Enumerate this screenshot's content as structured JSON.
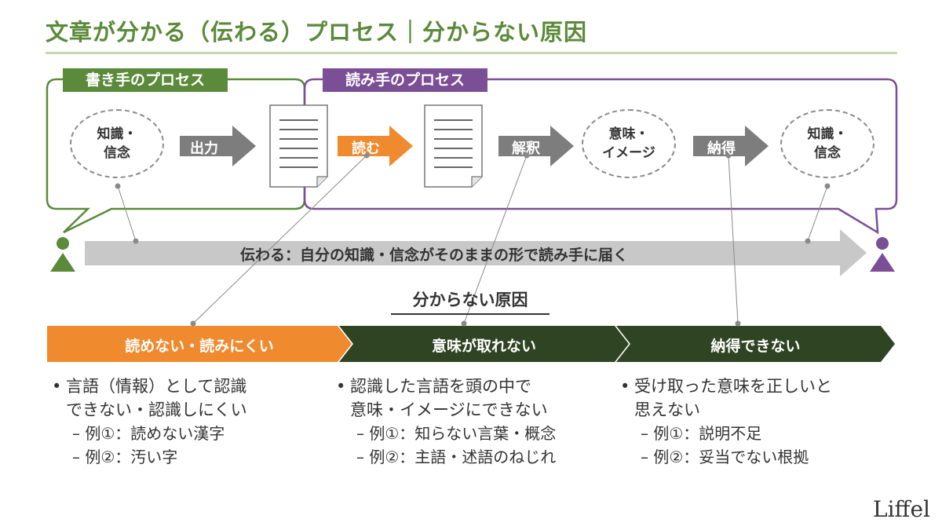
{
  "title": "文章が分かる（伝わる）プロセス｜分からない原因",
  "writer": {
    "label": "書き手のプロセス",
    "bubble": "知識・\n信念",
    "arrow": "出力"
  },
  "reader": {
    "label": "読み手のプロセス",
    "arrow_read": "読む",
    "arrow_interpret": "解釈",
    "bubble_meaning": "意味・\nイメージ",
    "arrow_accept": "納得",
    "bubble_knowledge": "知識・\n信念"
  },
  "flow_text": "伝わる：自分の知識・信念がそのままの形で読み手に届く",
  "causes_header": "分からない原因",
  "causes": [
    {
      "label": "読めない・読みにくい",
      "bullet": "言語（情報）として認識\nできない・認識しにくい",
      "examples": [
        "– 例①：読めない漢字",
        "– 例②：汚い字"
      ]
    },
    {
      "label": "意味が取れない",
      "bullet": "認識した言語を頭の中で\n意味・イメージにできない",
      "examples": [
        "– 例①：知らない言葉・概念",
        "– 例②：主語・述語のねじれ"
      ]
    },
    {
      "label": "納得できない",
      "bullet": "受け取った意味を正しいと\n思えない",
      "examples": [
        "– 例①：説明不足",
        "– 例②：妥当でない根拠"
      ]
    }
  ],
  "logo": "Liffel",
  "colors": {
    "writer_green": "#5a8a3a",
    "reader_purple": "#7a4f96",
    "highlight_orange": "#f08a2e",
    "dark_green": "#2e4422",
    "gray_arrow": "#7d7d7d",
    "flow_gray": "#c8c8c8"
  },
  "icons": {
    "writer_person": "person-icon",
    "reader_person": "person-icon",
    "documents": "document-icon"
  }
}
